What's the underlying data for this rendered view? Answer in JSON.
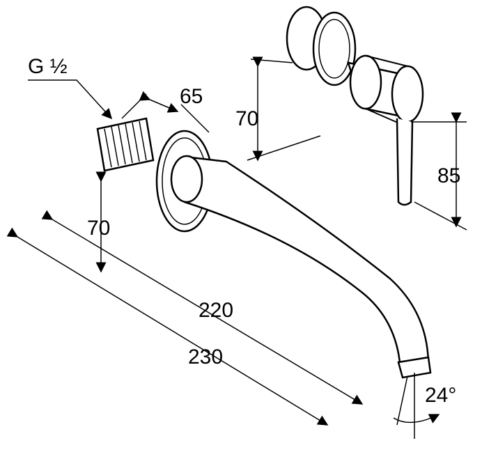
{
  "drawing": {
    "thread_label": "G ½",
    "dim_thread_length": "65",
    "dim_spout_height": "70",
    "dim_lever_height": "70",
    "dim_lever_drop": "85",
    "dim_spout_inner": "220",
    "dim_spout_total": "230",
    "dim_angle": "24°"
  }
}
